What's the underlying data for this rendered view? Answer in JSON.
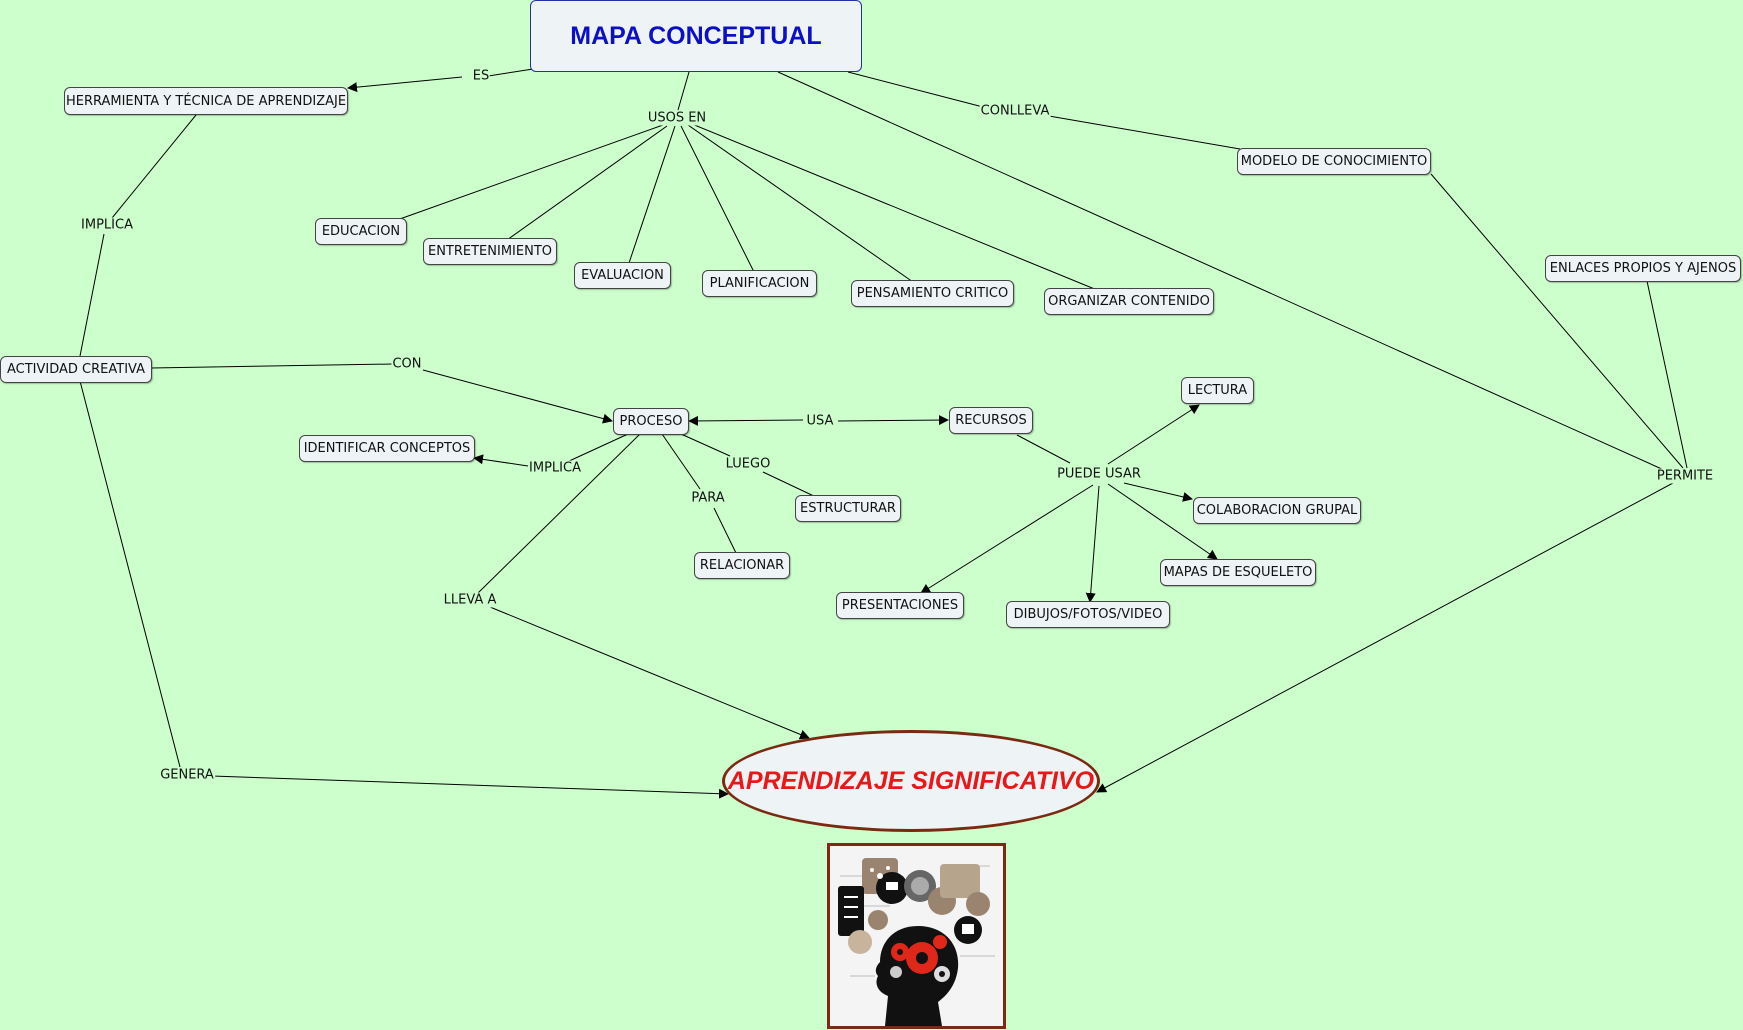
{
  "colors": {
    "background": "#ccffcc",
    "title_text": "#0b10c8",
    "main_text": "#e81818",
    "node_fill": "#eef3f6",
    "frame_brown": "#7a2a10"
  },
  "title": "MAPA CONCEPTUAL",
  "main_concept": "APRENDIZAJE SIGNIFICATIVO",
  "nodes": {
    "herramienta": "HERRAMIENTA Y TÉCNICA DE APRENDIZAJE",
    "educacion": "EDUCACION",
    "entretenimiento": "ENTRETENIMIENTO",
    "evaluacion": "EVALUACION",
    "planificacion": "PLANIFICACION",
    "pensamiento": "PENSAMIENTO CRITICO",
    "organizar": "ORGANIZAR CONTENIDO",
    "modelo": "MODELO DE CONOCIMIENTO",
    "enlaces": "ENLACES PROPIOS Y AJENOS",
    "actividad": "ACTIVIDAD CREATIVA",
    "proceso": "PROCESO",
    "recursos": "RECURSOS",
    "lectura": "LECTURA",
    "identificar": "IDENTIFICAR CONCEPTOS",
    "estructurar": "ESTRUCTURAR",
    "relacionar": "RELACIONAR",
    "colaboracion": "COLABORACION GRUPAL",
    "mapas": "MAPAS DE ESQUELETO",
    "presentaciones": "PRESENTACIONES",
    "dibujos": "DIBUJOS/FOTOS/VIDEO"
  },
  "links": {
    "es": "ES",
    "usos_en": "USOS EN",
    "conlleva": "CONLLEVA",
    "implica_left": "IMPLICA",
    "con": "CON",
    "usa": "USA",
    "implica_proc": "IMPLICA",
    "luego": "LUEGO",
    "para": "PARA",
    "puede_usar": "PUEDE USAR",
    "permite": "PERMITE",
    "lleva_a": "LLEVA A",
    "genera": "GENERA"
  },
  "image_icon": "head-with-gears-icon"
}
